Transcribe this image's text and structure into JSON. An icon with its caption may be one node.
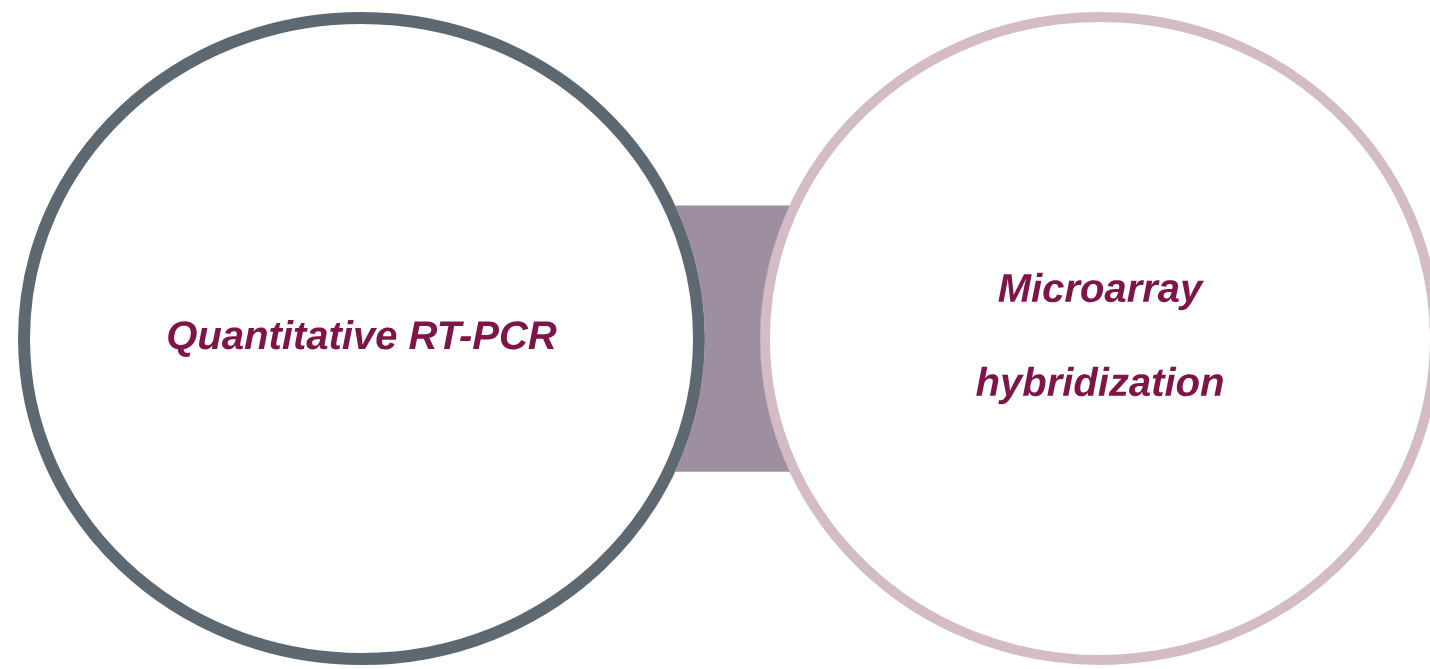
{
  "diagram": {
    "nodes": [
      {
        "text": [
          "Quantitative RT-PCR"
        ]
      },
      {
        "text": [
          "Microarray hybridization"
        ]
      }
    ],
    "edges": [
      {
        "from": 0,
        "to": 1,
        "arrow": "none",
        "style": "thick"
      }
    ]
  }
}
